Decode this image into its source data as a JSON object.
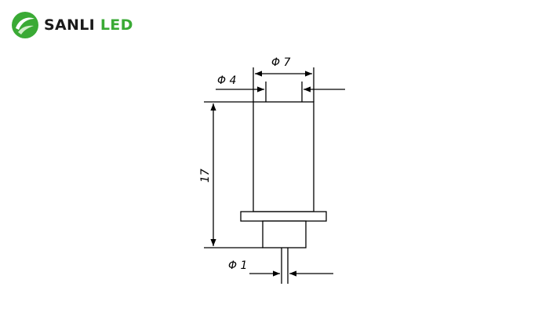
{
  "brand": {
    "name_part1": "SANLI",
    "name_part2": "LED",
    "primary_color": "#3aaa35",
    "text_color": "#1a1a1a",
    "logo_icon": "leaf-swirl-icon"
  },
  "drawing": {
    "dimensions": {
      "outer_diameter": "Φ 7",
      "inner_diameter": "Φ 4",
      "height": "17",
      "pin_diameter": "Φ 1"
    },
    "line_color": "#000000"
  }
}
